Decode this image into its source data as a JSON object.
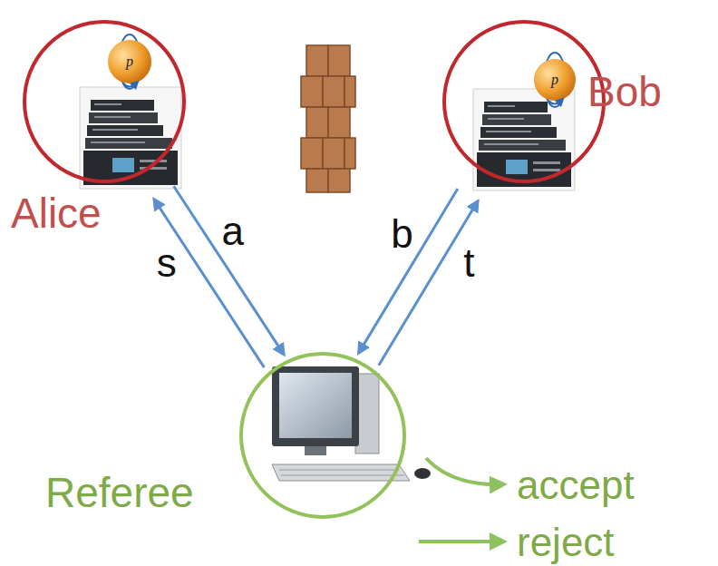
{
  "diagram": {
    "nodes": [
      {
        "text": [
          "Alice"
        ]
      },
      {
        "text": [
          "Bob"
        ]
      },
      {
        "text": [
          "Referee"
        ]
      }
    ],
    "edges": [
      {
        "from": 0,
        "to": 2,
        "label": "a",
        "arrow": "to"
      },
      {
        "from": 2,
        "to": 0,
        "label": "s",
        "arrow": "to"
      },
      {
        "from": 1,
        "to": 2,
        "label": "b",
        "arrow": "to"
      },
      {
        "from": 2,
        "to": 1,
        "label": "t",
        "arrow": "to"
      }
    ],
    "labels": [
      "p",
      "p",
      "accept",
      "reject"
    ]
  }
}
